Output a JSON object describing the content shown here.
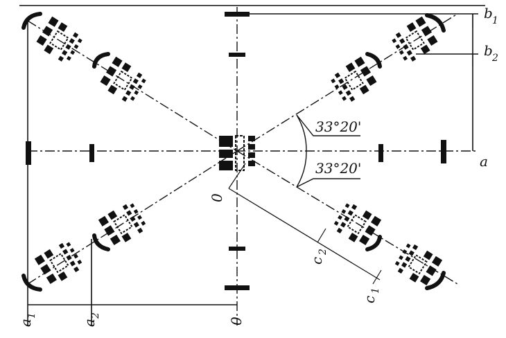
{
  "colors": {
    "ink": "#111111",
    "paper": "#ffffff"
  },
  "angle_labels": {
    "upper": "33°20'",
    "lower": "33°20'"
  },
  "dim_labels": {
    "b1": "b",
    "b1_sub": "1",
    "b2": "b",
    "b2_sub": "2",
    "a": "a",
    "a1": "a",
    "a1_sub": "1",
    "a2": "a",
    "a2_sub": "2",
    "zero_bottom": "0",
    "zero_center": "0",
    "c1": "c",
    "c1_sub": "1",
    "c2": "c",
    "c2_sub": "2"
  }
}
